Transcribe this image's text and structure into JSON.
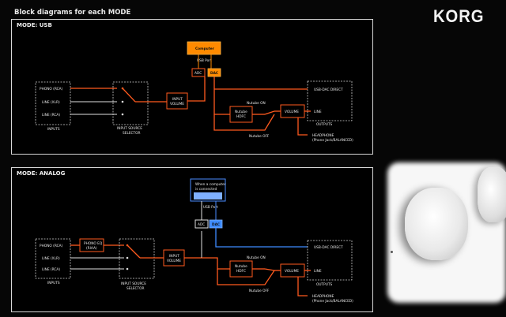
{
  "brand": "KORG",
  "title": "Block diagrams for each MODE",
  "usb": {
    "mode": "MODE: USB",
    "computer": "Computer",
    "usb_port": "USB Port",
    "adc": "ADC",
    "dac": "DAC",
    "phono": "PHONO (RCA)",
    "line_xlr": "LINE (XLR)",
    "line_rca": "LINE (RCA)",
    "inputs": "INPUTS",
    "selector": "INPUT SOURCE\nSELECTOR",
    "input_volume": "INPUT\nVOLUME",
    "nutube_hdfc": "Nutube\nHDFC",
    "nutube_on": "Nutube ON",
    "nutube_off": "Nutube OFF",
    "volume": "VOLUME",
    "usb_dac_direct": "USB-DAC DIRECT",
    "line_out": "LINE",
    "outputs": "OUTPUTS",
    "headphone": "HEADPHONE",
    "headphone_sub": "(Phone Jack/BALANCED)"
  },
  "analog": {
    "mode": "MODE: ANALOG",
    "computer_note": "When a computer\nis connected",
    "usb_port": "USB Port",
    "adc": "ADC",
    "dac": "DAC",
    "phono": "PHONO (RCA)",
    "line_xlr": "LINE (XLR)",
    "line_rca": "LINE (RCA)",
    "inputs": "INPUTS",
    "phono_eq": "PHONO EQ\n(RIAA)",
    "selector": "INPUT SOURCE\nSELECTOR",
    "input_volume": "INPUT\nVOLUME",
    "nutube_hdfc": "Nutube\nHDFC",
    "nutube_on": "Nutube ON",
    "nutube_off": "Nutube OFF",
    "volume": "VOLUME",
    "usb_dac_direct": "USB-DAC DIRECT",
    "line_out": "LINE",
    "outputs": "OUTPUTS",
    "headphone": "HEADPHONE",
    "headphone_sub": "(Phone Jack/BALANCED)"
  },
  "colors": {
    "signal_orange": "#ff5a1e",
    "usb_orange": "#ff8a00",
    "usb_blue": "#3d8bff",
    "line_white": "#e0e0e0"
  }
}
